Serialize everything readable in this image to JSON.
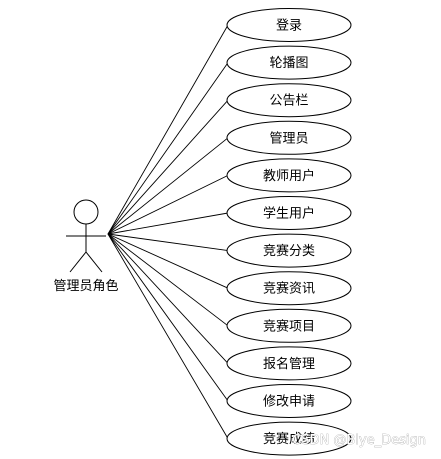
{
  "actor": {
    "label": "管理员角色"
  },
  "use_cases": [
    {
      "label": "登录"
    },
    {
      "label": "轮播图"
    },
    {
      "label": "公告栏"
    },
    {
      "label": "管理员"
    },
    {
      "label": "教师用户"
    },
    {
      "label": "学生用户"
    },
    {
      "label": "竞赛分类"
    },
    {
      "label": "竞赛资讯"
    },
    {
      "label": "竞赛项目"
    },
    {
      "label": "报名管理"
    },
    {
      "label": "修改申请"
    },
    {
      "label": "竞赛成绩"
    }
  ],
  "watermark": {
    "text": "CSDN @Blye_Design"
  }
}
